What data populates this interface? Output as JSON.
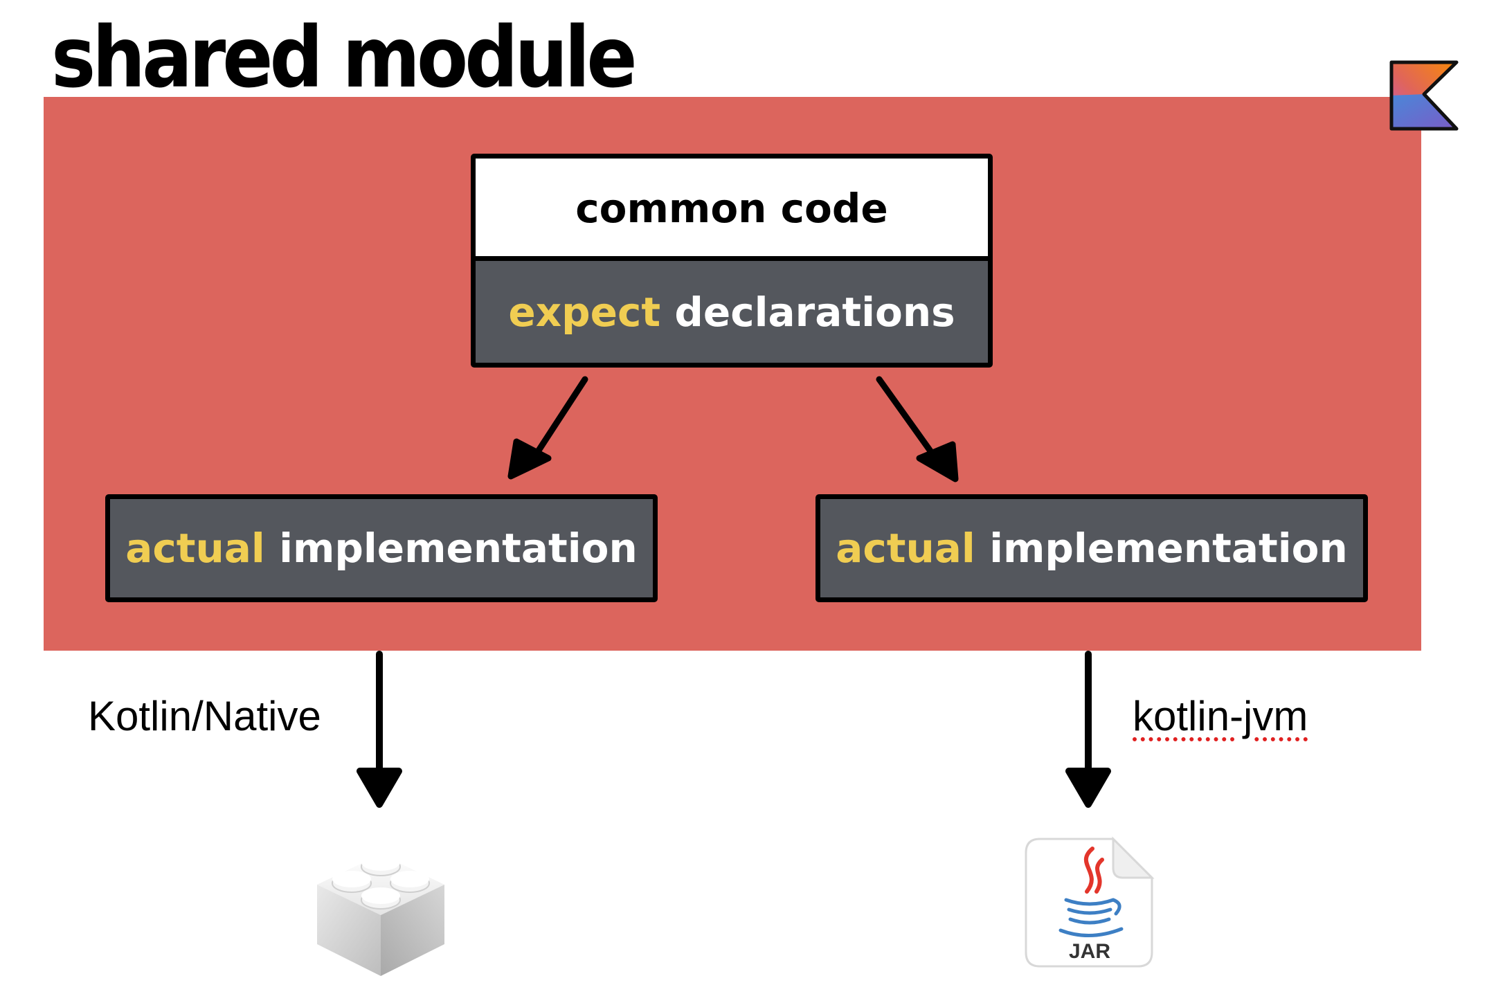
{
  "title": "shared module",
  "colors": {
    "module_background": "#dc655d",
    "dark_box": "#54575d",
    "keyword": "#f0cd52"
  },
  "boxes": {
    "common": {
      "text": "common code"
    },
    "expect": {
      "keyword": "expect",
      "text": "declarations"
    },
    "actual_left": {
      "keyword": "actual",
      "text": "implementation"
    },
    "actual_right": {
      "keyword": "actual",
      "text": "implementation"
    }
  },
  "targets": {
    "native": {
      "label": "Kotlin/Native",
      "icon": "lego-framework-icon"
    },
    "jvm": {
      "label": "kotlin-jvm",
      "icon": "jar-file-icon",
      "icon_text": "JAR"
    }
  },
  "logo": {
    "icon": "kotlin-logo-icon"
  }
}
